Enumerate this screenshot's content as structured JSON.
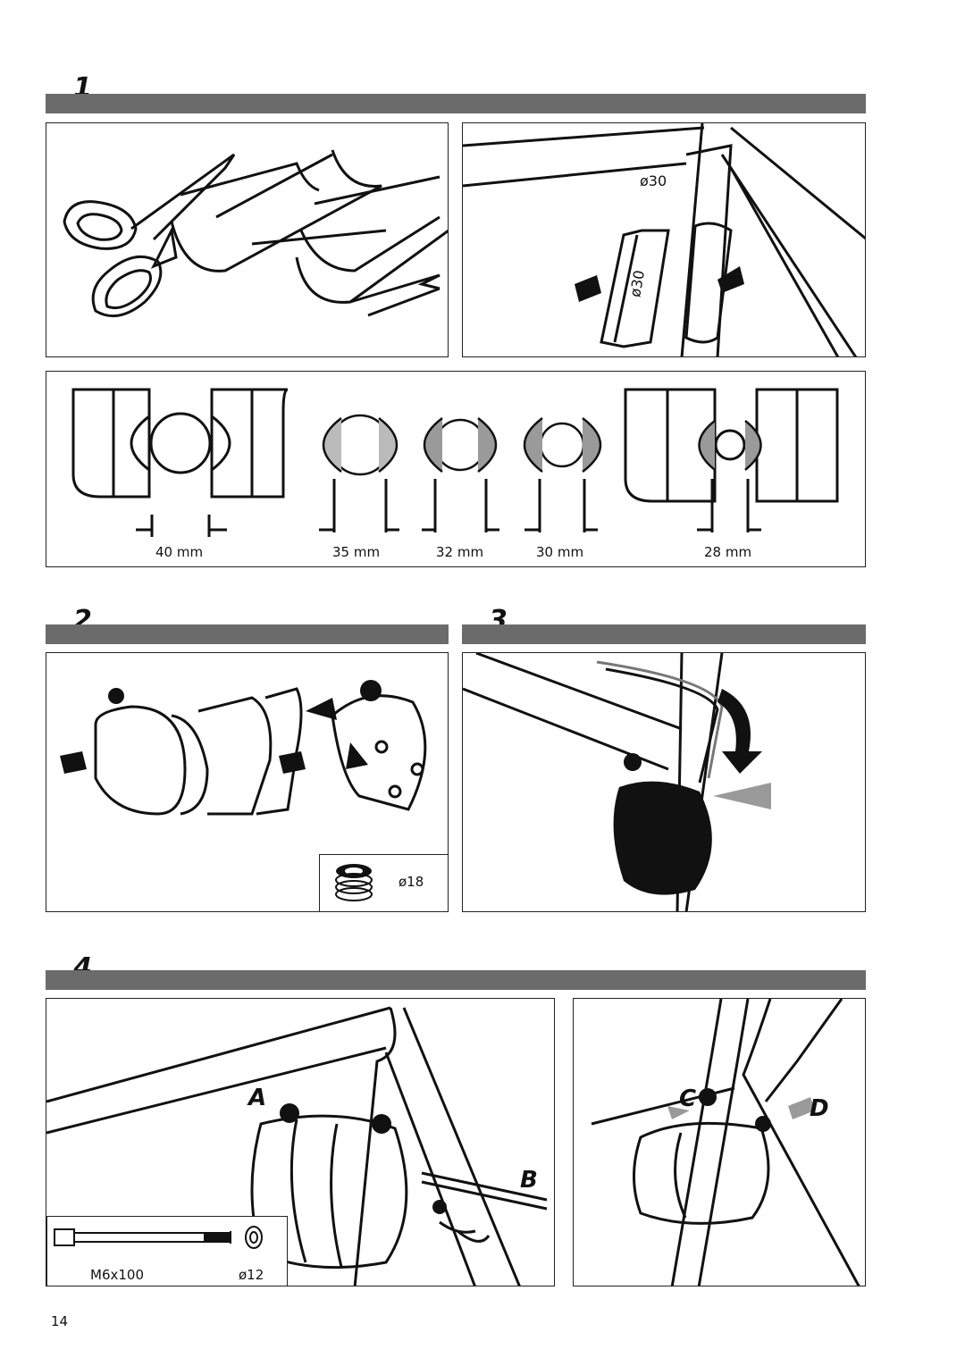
{
  "page_number": "14",
  "sections": [
    {
      "number": "1"
    },
    {
      "number": "2"
    },
    {
      "number": "3"
    },
    {
      "number": "4"
    }
  ],
  "section1": {
    "diameter_label": "ø30",
    "shim_label": "ø30",
    "sizes": [
      "40 mm",
      "35 mm",
      "32 mm",
      "30 mm",
      "28 mm"
    ]
  },
  "section2": {
    "plug_label": "ø18"
  },
  "section4": {
    "callouts": [
      "A",
      "B",
      "C",
      "D"
    ],
    "bolt_label": "M6x100",
    "washer_label": "ø12"
  },
  "colors": {
    "bar": "#6b6b6b",
    "shim_grey": "#9a9a9a",
    "line": "#111111"
  }
}
